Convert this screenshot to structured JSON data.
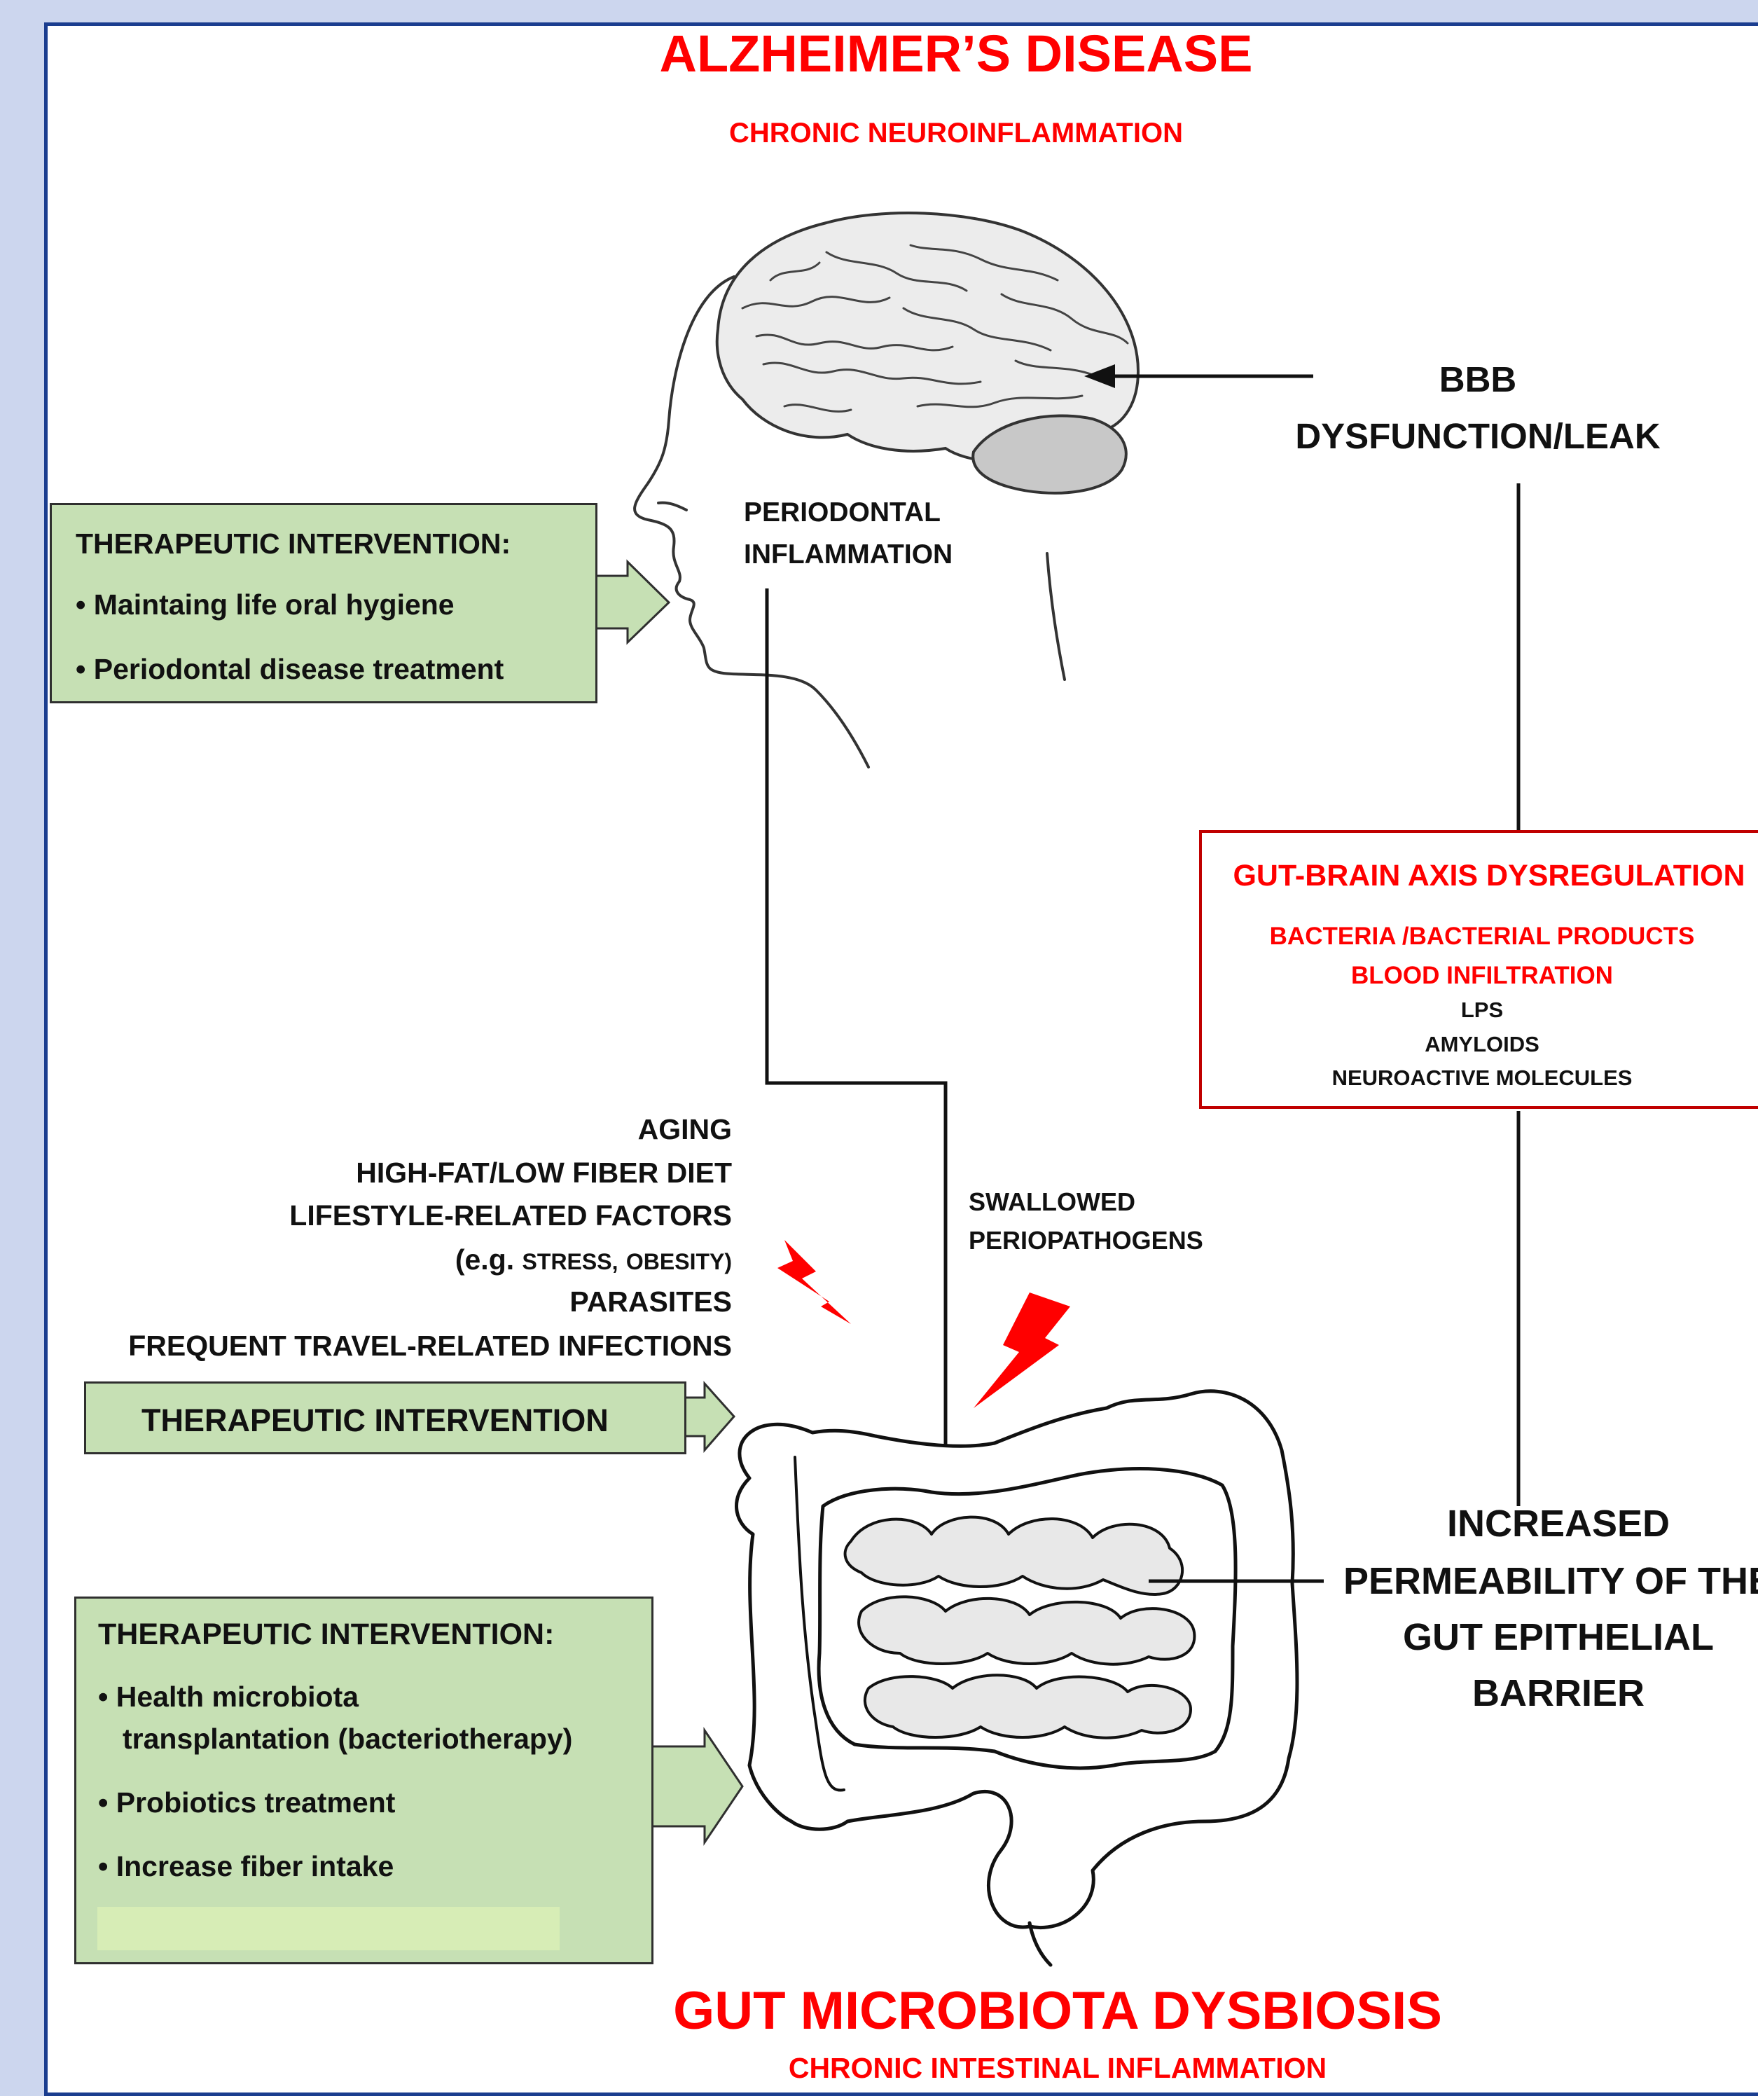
{
  "title": "ALZHEIMER’S DISEASE",
  "subtitle": "CHRONIC NEUROINFLAMMATION",
  "bbb": {
    "line1": "BBB",
    "line2": "DYSFUNCTION/LEAK"
  },
  "periodontal": {
    "line1": "PERIODONTAL",
    "line2": "INFLAMMATION"
  },
  "oral_box": {
    "heading": "THERAPEUTIC INTERVENTION:",
    "items": [
      "• Maintaing life oral hygiene",
      "• Periodontal disease treatment"
    ]
  },
  "axis_box": {
    "heading": "GUT-BRAIN AXIS DYSREGULATION",
    "red_lines": [
      "BACTERIA  /BACTERIAL  PRODUCTS",
      "BLOOD  INFILTRATION"
    ],
    "black_lines": [
      "LPS",
      "AMYLOIDS",
      "NEUROACTIVE MOLECULES"
    ]
  },
  "factors": {
    "aging": "AGING",
    "diet": "HIGH-FAT/LOW FIBER DIET",
    "lifestyle": "LIFESTYLE-RELATED FACTORS",
    "eg_prefix": "(e.g.",
    "eg_stress": "STRESS,",
    "eg_obesity": "OBESITY)",
    "parasites": "PARASITES",
    "travel": "FREQUENT TRAVEL-RELATED INFECTIONS"
  },
  "swallowed": {
    "line1": "SWALLOWED",
    "line2": "PERIOPATHOGENS"
  },
  "mid_box": {
    "label": "THERAPEUTIC INTERVENTION"
  },
  "gut_box": {
    "heading": "THERAPEUTIC INTERVENTION:",
    "item1_line1": "• Health microbiota",
    "item1_line2": "transplantation (bacteriotherapy)",
    "item2": "• Probiotics treatment",
    "item3": "• Increase fiber intake"
  },
  "permeability": {
    "line1": "INCREASED",
    "line2": "PERMEABILITY OF THE",
    "line3": "GUT EPITHELIAL",
    "line4": "BARRIER"
  },
  "footer_title": "GUT MICROBIOTA DYSBIOSIS",
  "footer_subtitle": "CHRONIC INTESTINAL INFLAMMATION",
  "colors": {
    "red": "#ff0000",
    "green_box": "#c6e0b4",
    "frame_blue": "#1a3d8f",
    "background": "#ccd6ee",
    "brain_fill": "#ececec",
    "cerebellum_fill": "#c8c8c8"
  },
  "icons": [
    "head-silhouette",
    "brain-illustration",
    "intestine-illustration",
    "lightning-bolt-icon",
    "block-arrow-icon"
  ]
}
